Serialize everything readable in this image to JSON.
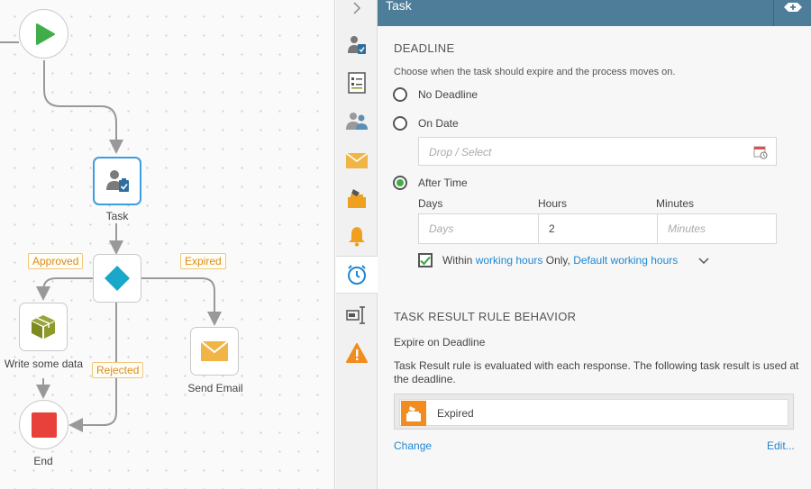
{
  "canvas": {
    "nodes": {
      "task": "Task",
      "write_data": "Write some data",
      "send_email": "Send Email",
      "end": "End"
    },
    "edges": {
      "approved": "Approved",
      "expired": "Expired",
      "rejected": "Rejected"
    }
  },
  "panel": {
    "title": "Task",
    "deadline": {
      "heading": "DEADLINE",
      "hint": "Choose when the task should expire and the process moves on.",
      "options": {
        "no_deadline": "No Deadline",
        "on_date": "On Date",
        "after_time": "After Time"
      },
      "selected": "after_time",
      "date_placeholder": "Drop / Select",
      "columns": {
        "days": "Days",
        "hours": "Hours",
        "minutes": "Minutes"
      },
      "values": {
        "days_placeholder": "Days",
        "hours": "2",
        "minutes_placeholder": "Minutes"
      },
      "working_hours": {
        "checked": true,
        "prefix": "Within",
        "link1": "working hours",
        "middle": "Only,",
        "link2": "Default working hours"
      }
    },
    "result_rule": {
      "heading": "TASK RESULT RULE BEHAVIOR",
      "mode": "Expire on Deadline",
      "description": "Task Result rule is evaluated with each response. The following task result is used at the deadline.",
      "result": "Expired",
      "change_link": "Change",
      "edit_link": "Edit..."
    }
  },
  "colors": {
    "header": "#4e7d99",
    "start": "#3fae49",
    "decision": "#1aa7c9",
    "end": "#e8403a",
    "email": "#f0b545",
    "result_icon": "#f28c1e",
    "link": "#1e88d2"
  },
  "icons": {
    "tabs": [
      "chevron-right-icon",
      "user-task-icon",
      "form-icon",
      "participants-icon",
      "email-icon",
      "outcome-icon",
      "bell-icon",
      "timer-icon",
      "text-field-icon",
      "warning-icon"
    ]
  }
}
